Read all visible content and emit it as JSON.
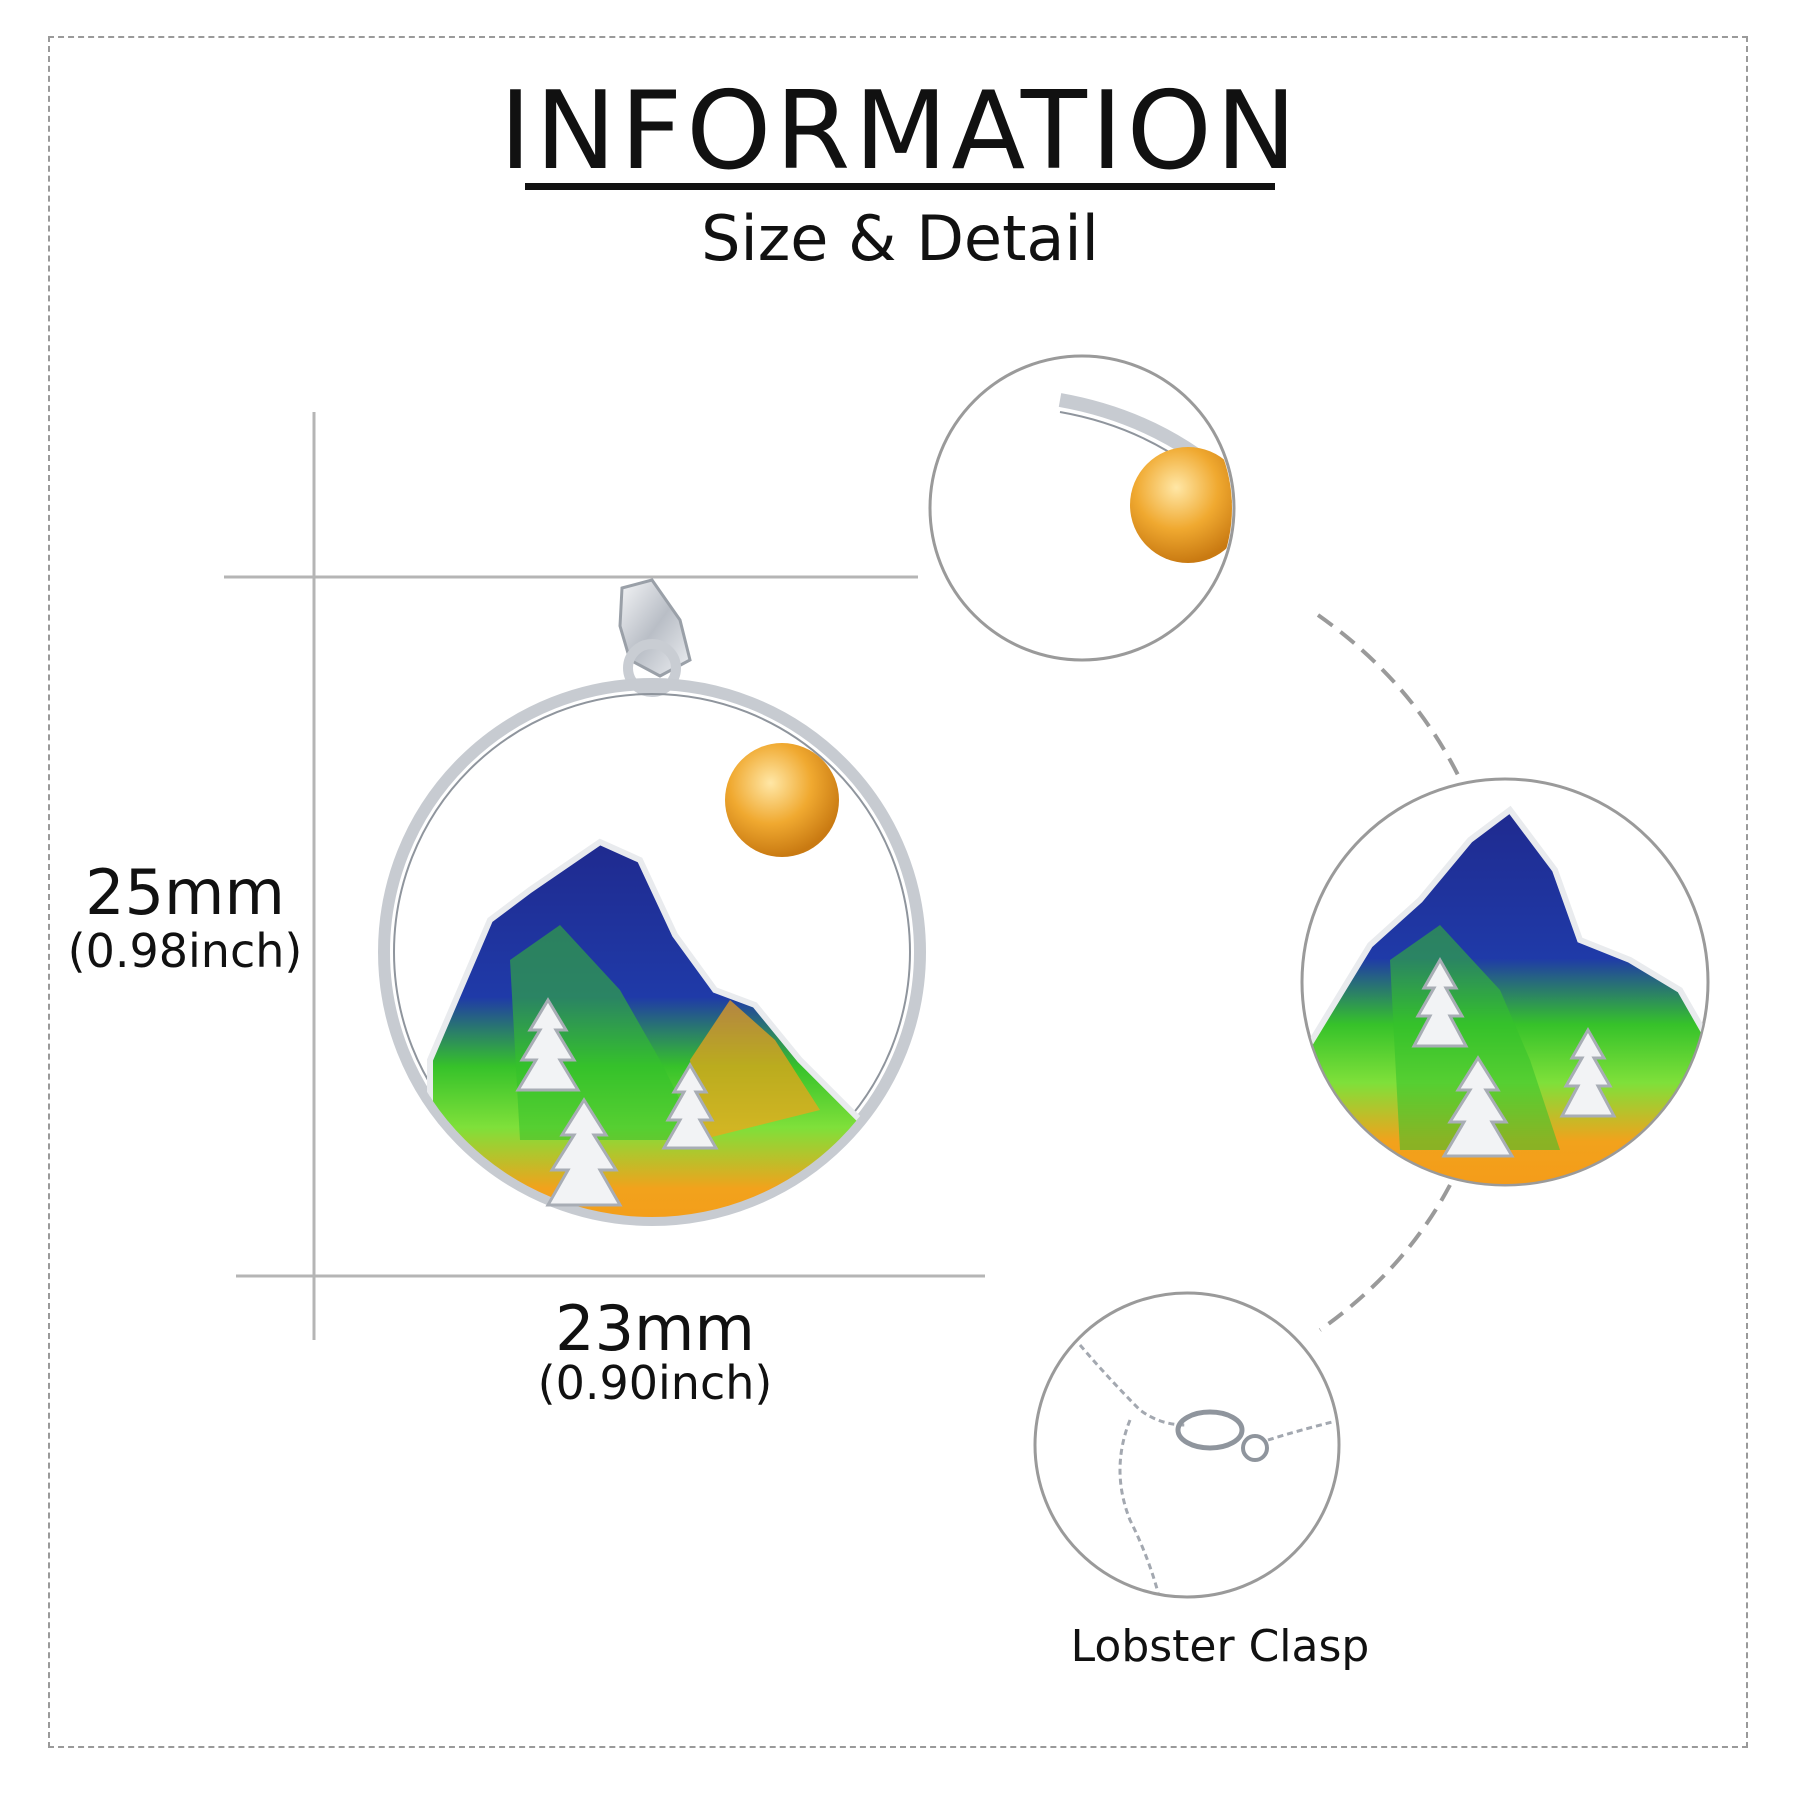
{
  "header": {
    "title": "INFORMATION",
    "subtitle": "Size & Detail"
  },
  "dimensions": {
    "height_mm": "25mm",
    "height_inch": "(0.98inch)",
    "width_mm": "23mm",
    "width_inch": "(0.90inch)"
  },
  "details": {
    "clasp_label": "Lobster Clasp"
  },
  "colors": {
    "text": "#111111",
    "guide_line": "#b5b5b5",
    "frame_border": "#9a9a9a",
    "silver": "#d8dbe0",
    "gold": "#f0a930",
    "enamel_blue": "#1f2f9a",
    "enamel_green": "#4cd12a",
    "enamel_orange": "#f2a21c"
  }
}
